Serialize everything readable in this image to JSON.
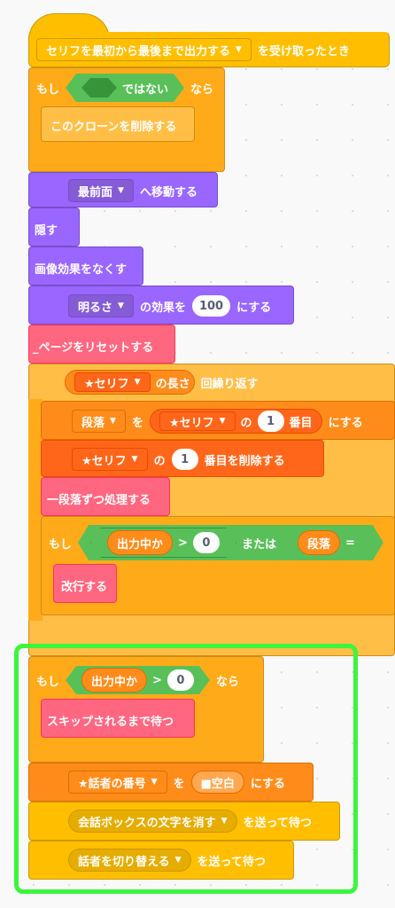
{
  "script": {
    "hat": {
      "menu": "セリフを最初から最後まで出力する",
      "suffix": "を受け取ったとき"
    },
    "if_not": {
      "kw": "もし",
      "not": "ではない",
      "then": "なら"
    },
    "delete_clone": "このクローンを削除する",
    "goto_layer": {
      "menu": "最前面",
      "suffix": "へ移動する"
    },
    "hide": "隠す",
    "clear_effects": "画像効果をなくす",
    "set_effect": {
      "menu": "明るさ",
      "mid": "の効果を",
      "value": "100",
      "suffix": "にする"
    },
    "reset_page": "_ページをリセットする",
    "repeat": {
      "var": "★セリフ",
      "len": "の長さ",
      "suffix": "回繰り返す"
    },
    "set_para": {
      "menu": "段落",
      "mid": "を",
      "list": "★セリフ",
      "of": "の",
      "index": "1",
      "item": "番目",
      "suffix": "にする"
    },
    "delete_item": {
      "list": "★セリフ",
      "of": "の",
      "index": "1",
      "suffix": "番目を削除する"
    },
    "process_para": "一段落ずつ処理する",
    "if_or": {
      "kw": "もし",
      "var": "出力中か",
      "gt": ">",
      "value": "0",
      "or": "または",
      "var2": "段落",
      "eq": "="
    },
    "newline": "改行する",
    "if_gt": {
      "kw": "もし",
      "var": "出力中か",
      "gt": ">",
      "value": "0",
      "then": "なら"
    },
    "wait_skip": "スキップされるまで待つ",
    "set_speaker": {
      "var": "★話者の番号",
      "mid": "を",
      "value": "■空白",
      "suffix": "にする"
    },
    "broadcast1": {
      "msg": "会話ボックスの文字を消す",
      "suffix": "を送って待つ"
    },
    "broadcast2": {
      "msg": "話者を切り替える",
      "suffix": "を送って待つ"
    }
  },
  "colors": {
    "events": "#ffbf00",
    "control": "#ffab19",
    "looks": "#9966ff",
    "variables": "#ff8c1a",
    "lists": "#ff661a",
    "my_blocks": "#ff6680",
    "operators": "#59c059",
    "highlight": "#3cf53c"
  }
}
